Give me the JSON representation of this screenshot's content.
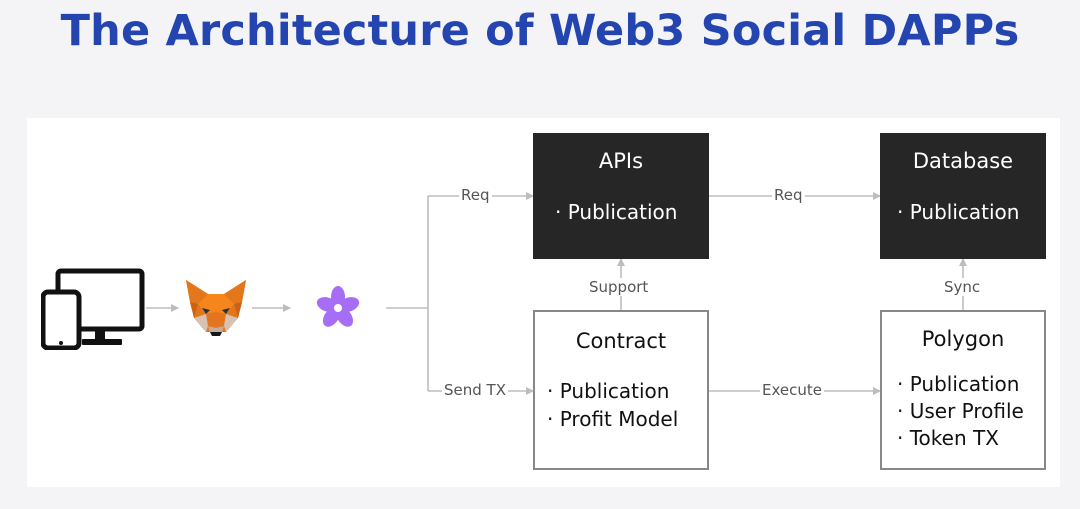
{
  "title": "The Architecture of Web3 Social DAPPs",
  "icons": [
    "devices-icon",
    "metamask-fox-icon",
    "lens-flower-icon"
  ],
  "colors": {
    "title": "#2445b0",
    "dark_box": "#262626",
    "line": "#bdbdbd",
    "flower": "#a56ef5"
  },
  "edge_labels": {
    "req_apis": "Req",
    "send_tx": "Send TX",
    "req_db": "Req",
    "support": "Support",
    "sync": "Sync",
    "execute": "Execute"
  },
  "boxes": {
    "apis": {
      "title": "APIs",
      "items": [
        "· Publication"
      ]
    },
    "database": {
      "title": "Database",
      "items": [
        "· Publication"
      ]
    },
    "contract": {
      "title": "Contract",
      "items": [
        "· Publication",
        "· Profit Model"
      ]
    },
    "polygon": {
      "title": "Polygon",
      "items": [
        "· Publication",
        "· User Profile",
        "· Token TX"
      ]
    }
  }
}
